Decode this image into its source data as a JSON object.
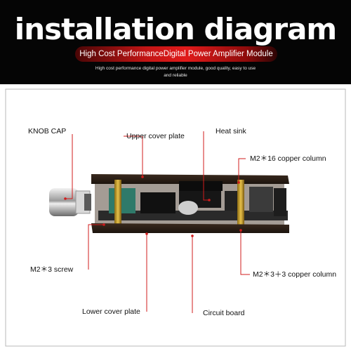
{
  "header": {
    "title": "installation diagram",
    "subtitle": "High Cost PerformanceDigital Power Amplifier Module",
    "description": "High cost performance digital power amplifier module, good quality, easy to use and reliable"
  },
  "colors": {
    "header_bg": "#050505",
    "accent_red": "#d01c1c",
    "frame_gray": "#b8b8b8"
  },
  "labels": {
    "knob_cap": "KNOB CAP",
    "upper_cover_plate": "Upper cover plate",
    "heat_sink": "Heat sink",
    "m2_16_copper_column": "M2＊16 copper column",
    "m2_3_screw": "M2＊3 screw",
    "m2_3_3_copper_column": "M2＊3＋3 copper column",
    "lower_cover_plate": "Lower cover plate",
    "circuit_board": "Circuit board"
  }
}
